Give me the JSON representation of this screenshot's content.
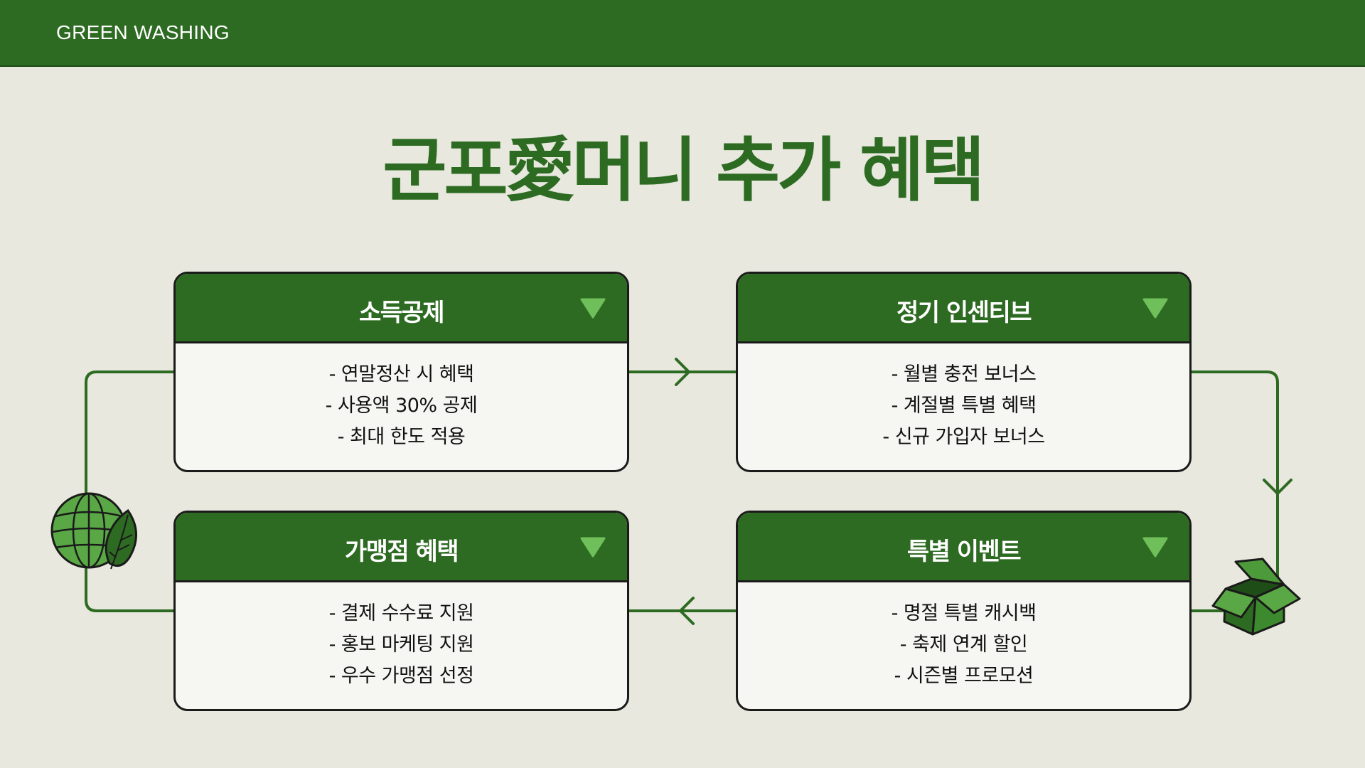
{
  "header": {
    "title": "GREEN WASHING"
  },
  "main": {
    "title": "군포愛머니 추가 혜택"
  },
  "colors": {
    "brand_green": "#2e6b22",
    "accent_green": "#6fc05a",
    "background": "#e8e8df",
    "card_body": "#f6f6f2"
  },
  "icons": {
    "globe": "globe-leaf-icon",
    "box": "open-box-icon",
    "card_toggle": "triangle-down-icon"
  },
  "cards": [
    {
      "title": "소득공제",
      "items": [
        "- 연말정산 시 혜택",
        "- 사용액 30% 공제",
        "- 최대 한도 적용"
      ]
    },
    {
      "title": "정기 인센티브",
      "items": [
        "- 월별 충전 보너스",
        "- 계절별 특별 혜택",
        "- 신규 가입자 보너스"
      ]
    },
    {
      "title": "가맹점 혜택",
      "items": [
        "- 결제 수수료 지원",
        "- 홍보 마케팅 지원",
        "- 우수 가맹점 선정"
      ]
    },
    {
      "title": "특별 이벤트",
      "items": [
        "- 명절 특별 캐시백",
        "- 축제 연계 할인",
        "- 시즌별 프로모션"
      ]
    }
  ]
}
